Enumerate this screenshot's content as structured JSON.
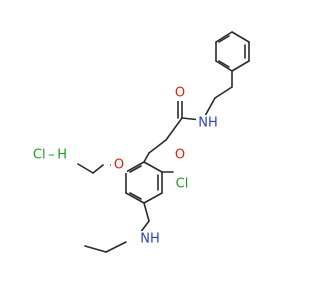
{
  "molecule": {
    "atoms": {
      "amide_o": {
        "label": "O",
        "color": "#e0200f"
      },
      "amide_nh": {
        "label": "NH",
        "color": "#2b3fd6"
      },
      "ether_o1": {
        "label": "O",
        "color": "#e0200f"
      },
      "ether_o2": {
        "label": "O",
        "color": "#e0200f"
      },
      "chloro": {
        "label": "Cl",
        "color": "#1f9e1f"
      },
      "amine_nh": {
        "label": "NH",
        "color": "#2b3fd6"
      },
      "hcl_salt": {
        "label": "Cl – H",
        "color": "#1f9e1f"
      }
    },
    "bond_color": "#2a2a2a"
  }
}
